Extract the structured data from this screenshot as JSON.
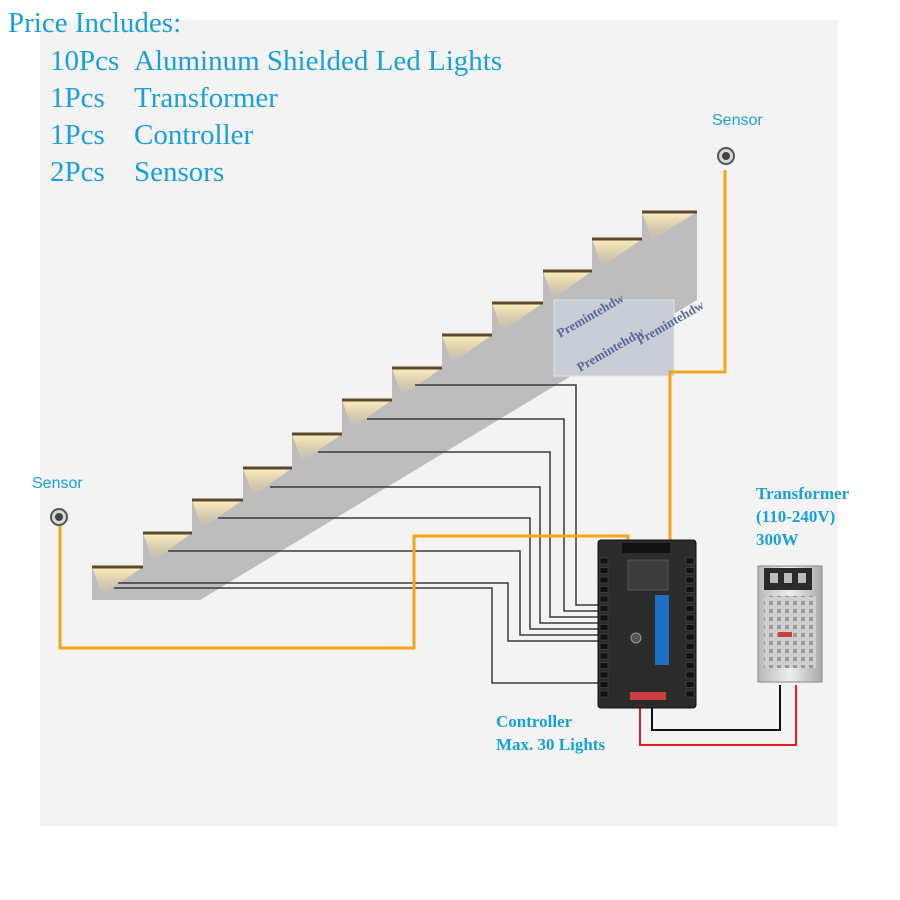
{
  "package": {
    "heading": "Price Includes:",
    "items": [
      {
        "qty": "10Pcs",
        "name": "Aluminum Shielded Led Lights"
      },
      {
        "qty": "1Pcs",
        "name": "Transformer"
      },
      {
        "qty": "1Pcs",
        "name": "Controller"
      },
      {
        "qty": "2Pcs",
        "name": "Sensors"
      }
    ]
  },
  "sensors": {
    "top_label": "Sensor",
    "bottom_label": "Sensor"
  },
  "transformer": {
    "title": "Transformer",
    "voltage": "(110-240V)",
    "power": "300W"
  },
  "controller": {
    "title": "Controller",
    "capacity": "Max. 30 Lights"
  },
  "watermark": {
    "text": "Premintehdw"
  },
  "colors": {
    "text_blue": "#1a9fd6",
    "orange_wire": "#f3a61c",
    "control_wire": "#3a3a3a",
    "red_wire": "#e02020",
    "black_wire": "#111111",
    "stair_gray": "#bdbdbd",
    "led_glow": "#ffd27a",
    "controller_body": "#2b2b2b",
    "transformer_body": "#d9d9d9"
  }
}
